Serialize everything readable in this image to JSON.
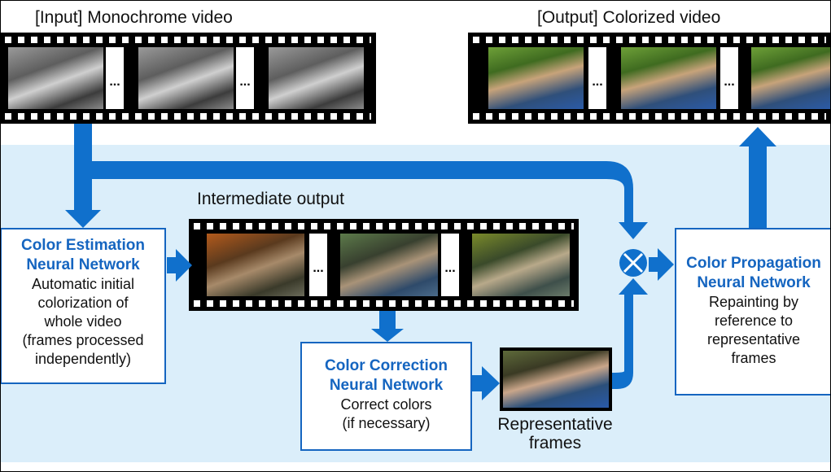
{
  "captions": {
    "input": "[Input] Monochrome video",
    "output": "[Output] Colorized video",
    "intermediate": "Intermediate output"
  },
  "strips": {
    "gap_symbol": "..."
  },
  "boxes": {
    "estimation": {
      "title_line1": "Color Estimation",
      "title_line2": "Neural Network",
      "desc": [
        "Automatic initial",
        "colorization of",
        "whole video",
        "(frames processed",
        "independently)"
      ]
    },
    "correction": {
      "title_line1": "Color Correction",
      "title_line2": "Neural Network",
      "desc": [
        "Correct colors",
        "(if necessary)"
      ]
    },
    "propagation": {
      "title_line1": "Color Propagation",
      "title_line2": "Neural Network",
      "desc": [
        "Repainting by",
        "reference to",
        "representative",
        "frames"
      ]
    }
  },
  "representative": {
    "line1": "Representative",
    "line2": "frames"
  },
  "colors": {
    "accent": "#1565c0",
    "arrow": "#1070cc",
    "band": "#dbeefa"
  }
}
